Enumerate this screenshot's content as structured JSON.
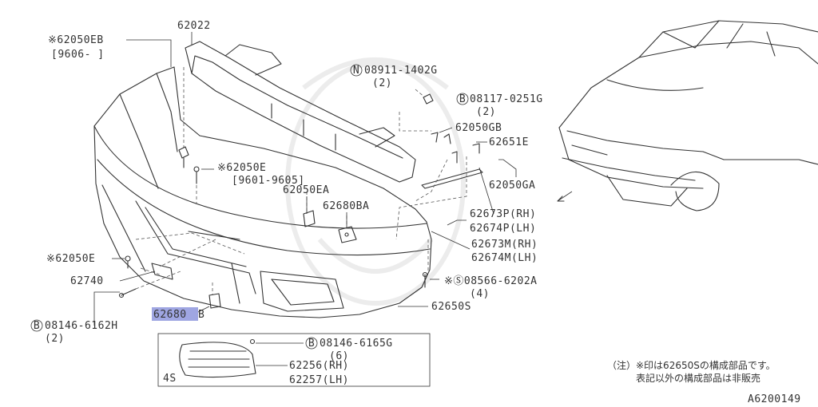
{
  "labels": {
    "p62022": "62022",
    "p62050eb": "※62050EB",
    "p62050eb_range": "[9606-       ]",
    "p08911": "08911-1402G",
    "p08911_qty": "(2)",
    "p08117": "08117-0251G",
    "p08117_qty": "(2)",
    "p62050gb": "62050GB",
    "p62651e": "62651E",
    "p62050e_top": "※62050E",
    "p62050e_range": "[9601-9605]",
    "p62050ea": "62050EA",
    "p62680ba": "62680BA",
    "p62050ga": "62050GA",
    "p62673p": "62673P(RH)",
    "p62674p": "62674P(LH)",
    "p62673m": "62673M(RH)",
    "p62674m": "62674M(LH)",
    "p62050e_left": "※62050E",
    "p62740": "62740",
    "p08566": "※Ⓢ08566-6202A",
    "p08566_qty": "(4)",
    "p62680b_hl": "62680",
    "p62680b_suffix": "B",
    "p62650s": "62650S",
    "p08146_6162h": "08146-6162H",
    "p08146_6162h_qty": "(2)",
    "p08146_6165g": "08146-6165G",
    "p08146_6165g_qty": "(6)",
    "p62256": "62256(RH)",
    "p62257": "62257(LH)",
    "p4s": "4S",
    "note_line1": "（注）※印は62650Sの構成部品です。",
    "note_line2": "表記以外の構成部品は非販売",
    "diagram_id": "A6200149"
  },
  "badges": {
    "n": "N",
    "b": "B",
    "s": "S"
  },
  "colors": {
    "line": "#333333",
    "highlight": "#9fa6e2",
    "watermark": "#ececec"
  }
}
